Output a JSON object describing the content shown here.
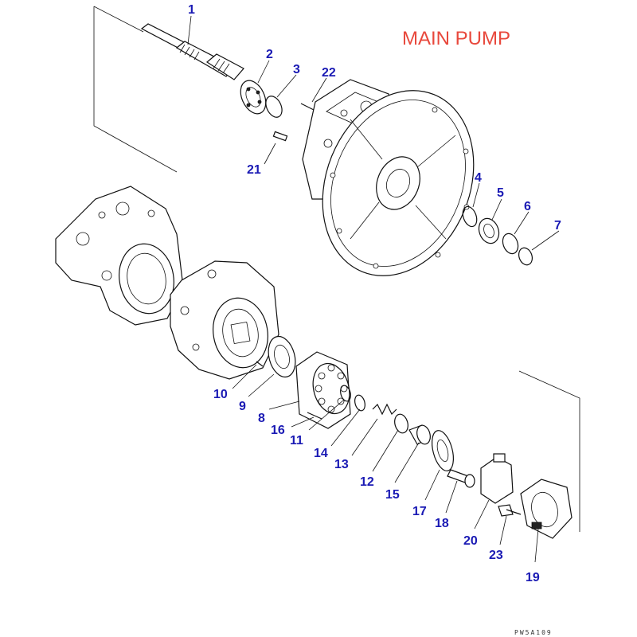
{
  "title": "MAIN PUMP",
  "drawing_code": "PW5A109",
  "part_numbers": [
    "1",
    "2",
    "3",
    "22",
    "21",
    "4",
    "5",
    "6",
    "7",
    "10",
    "9",
    "8",
    "16",
    "11",
    "14",
    "13",
    "12",
    "15",
    "17",
    "18",
    "20",
    "23",
    "19"
  ],
  "colors": {
    "title": "#e8483c",
    "labels": "#1a1ab4",
    "line": "#111111"
  }
}
